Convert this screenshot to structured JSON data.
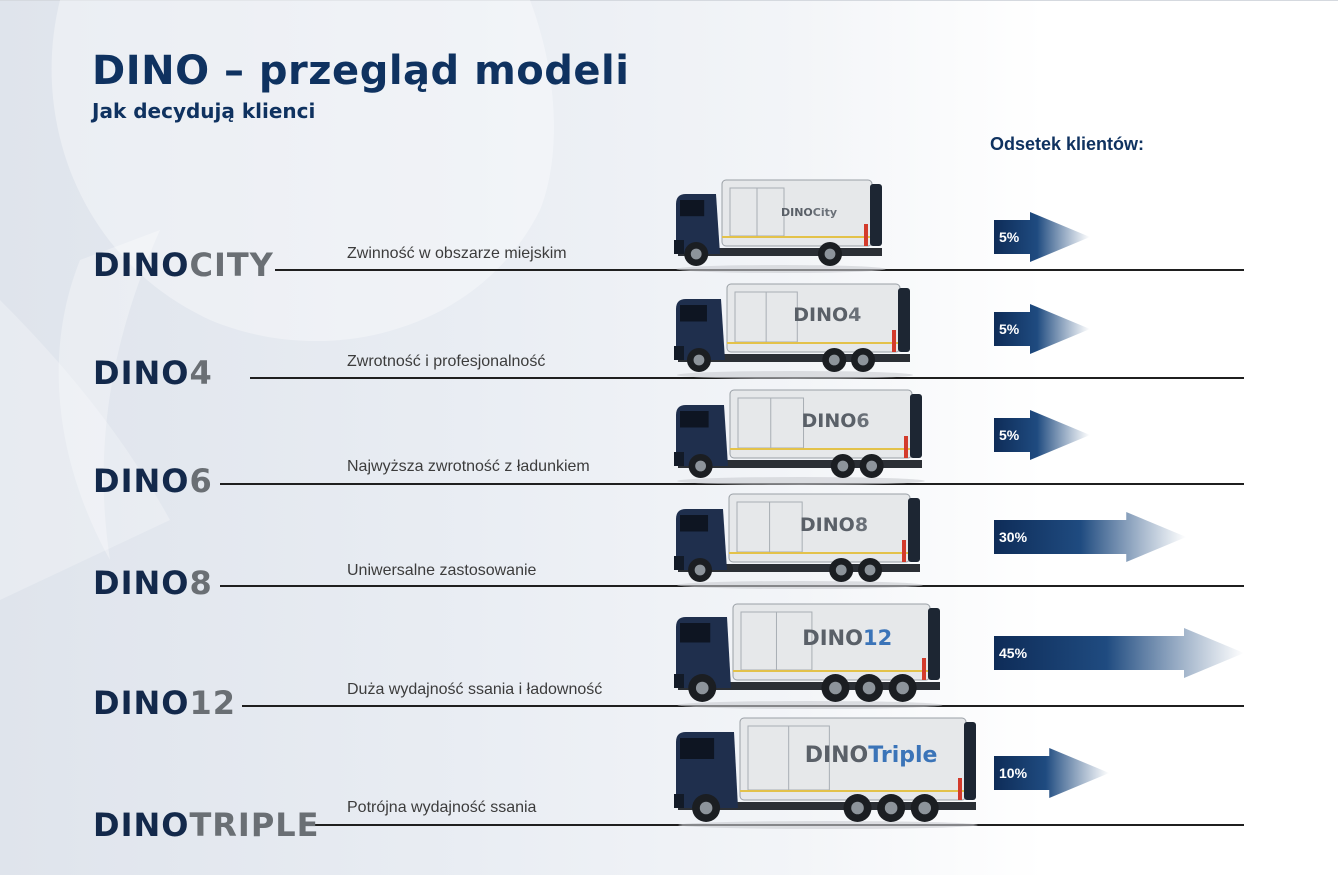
{
  "title": "DINO – przegląd modeli",
  "subtitle": "Jak decydują klienci",
  "share_header": "Odsetek klientów:",
  "colors": {
    "navy": "#0f3260",
    "dark_navy": "#13294b",
    "grey": "#6a6f74",
    "truck_cab": "#1f2f4d",
    "truck_body": "#e4e6e8"
  },
  "models": [
    {
      "prefix": "DINO",
      "suffix": "CITY",
      "description": "Zwinność w obszarze miejskim",
      "share": "5%",
      "share_value": 5,
      "truck_badge_prefix": "DINO",
      "truck_badge_suffix": "City"
    },
    {
      "prefix": "DINO",
      "suffix": "4",
      "description": "Zwrotność i profesjonalność",
      "share": "5%",
      "share_value": 5,
      "truck_badge_prefix": "DINO",
      "truck_badge_suffix": "4"
    },
    {
      "prefix": "DINO",
      "suffix": "6",
      "description": "Najwyższa zwrotność z ładunkiem",
      "share": "5%",
      "share_value": 5,
      "truck_badge_prefix": "DINO",
      "truck_badge_suffix": "6"
    },
    {
      "prefix": "DINO",
      "suffix": "8",
      "description": "Uniwersalne zastosowanie",
      "share": "30%",
      "share_value": 30,
      "truck_badge_prefix": "DINO",
      "truck_badge_suffix": "8"
    },
    {
      "prefix": "DINO",
      "suffix": "12",
      "description": "Duża wydajność ssania i ładowność",
      "share": "45%",
      "share_value": 45,
      "truck_badge_prefix": "DINO",
      "truck_badge_suffix": "12"
    },
    {
      "prefix": "DINO",
      "suffix": "TRIPLE",
      "description": "Potrójna wydajność ssania",
      "share": "10%",
      "share_value": 10,
      "truck_badge_prefix": "DINO",
      "truck_badge_suffix": "Triple"
    }
  ]
}
